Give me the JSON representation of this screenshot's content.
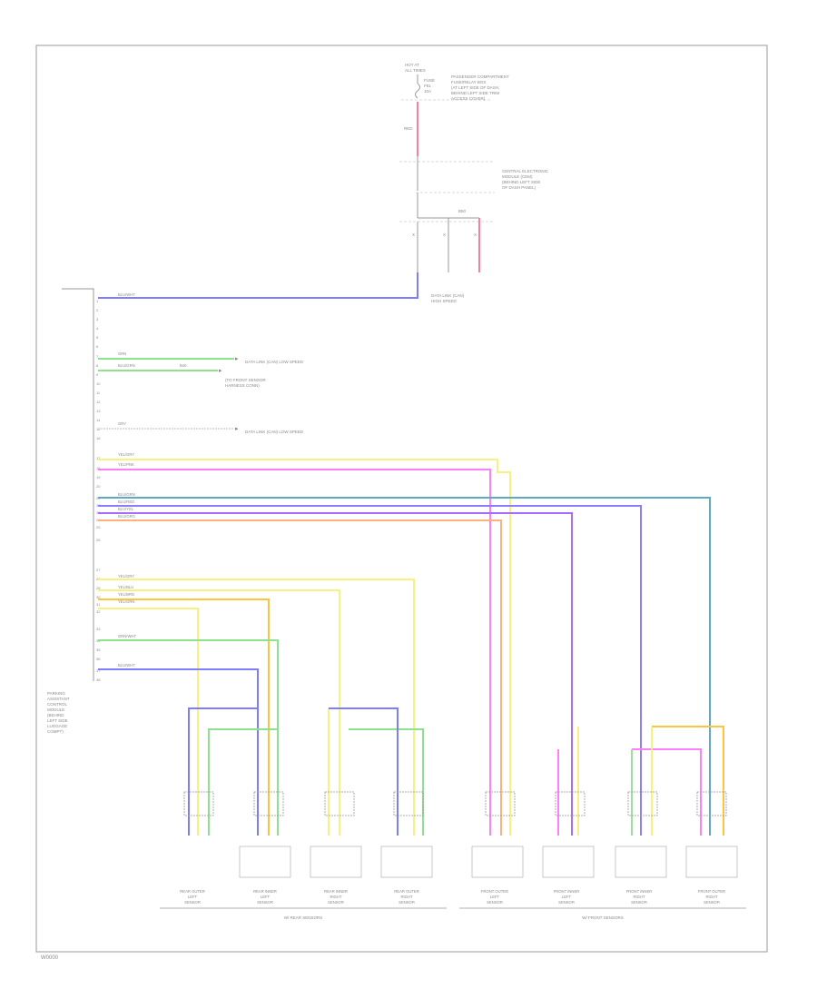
{
  "page": {
    "corner_id": "W0000"
  },
  "colors": {
    "blu_wht": "#7d7dff",
    "red_blk": "#ff7d9a",
    "grn": "#8ee28e",
    "blu_grn": "#5fa8c8",
    "blu_red": "#8a7dff",
    "blu_yel": "#a56bff",
    "blu_org": "#ffb07d",
    "yel_blk": "#f7f27d",
    "pink": "#ff7dff",
    "orange": "#ffc340",
    "green": "#9de09d",
    "gray": "#c0c0c0",
    "frame": "#aaaaaa"
  },
  "top": {
    "fuse_label": [
      "HOT AT",
      "ALL TIMES"
    ],
    "fuse_id": [
      "FUSE",
      "F81",
      "10A"
    ],
    "fuse_box": [
      "PASSENGER COMPARTMENT",
      "FUSE/RELAY BOX",
      "(AT LEFT SIDE OF DASH,",
      "BEHIND LEFT SIDE TRIM",
      "ACCESS COVER)"
    ],
    "wire_red": "RED",
    "cem_labels": [
      "CENTRAL ELECTRONIC",
      "MODULE (CEM)",
      "(BEHIND LEFT SIDE",
      "OF DASH PANEL)"
    ],
    "mid_connector": "B50",
    "fan_labels": [
      "DATA LINK (CAN)",
      "HIGH SPEED"
    ],
    "pin_x": "X"
  },
  "module": {
    "name": [
      "PARKING",
      "ASSISTANT",
      "CONTROL",
      "MODULE",
      "(BEHIND",
      "LEFT SIDE",
      "LUGGAGE",
      "COMPT)"
    ],
    "pins_top": [
      "1",
      "2",
      "3",
      "4",
      "5",
      "6",
      "7",
      "8",
      "9",
      "10",
      "11",
      "12",
      "13",
      "14",
      "15",
      "16"
    ],
    "pins_mid": [
      "17",
      "18",
      "19",
      "20",
      "21",
      "22",
      "23",
      "24",
      "25",
      "26"
    ],
    "pins_low": [
      "27",
      "28",
      "29",
      "30",
      "31",
      "32",
      "33",
      "34",
      "35",
      "36",
      "37",
      "38"
    ]
  },
  "wires": {
    "w1": "BLU/WHT",
    "w2": "GRN",
    "w3": "BLU/GRN",
    "w3_note": "B40",
    "w4": "GRY",
    "w5": "YEL/GRY",
    "w6": "YEL/PNK",
    "w7": "BLU/GRN",
    "w8": "BLU/RED",
    "w9": "BLU/YEL",
    "w10": "BLU/ORG",
    "w11": "YEL/GRY",
    "w12": "YEL/BLU",
    "w13": "YEL/BRN",
    "w14": "YEL/GRN",
    "w15": "GRN/WHT",
    "w16": "BLU/WHT"
  },
  "dest": {
    "d1": "DATA LINK (CAN) LOW SPEED",
    "d2": [
      "(TO FRONT SENSOR",
      "HARNESS CONN)"
    ],
    "d3": "DATA LINK (CAN) LOW SPEED"
  },
  "sensors": [
    {
      "label": [
        "REAR OUTER",
        "LEFT",
        "SENSOR"
      ]
    },
    {
      "label": [
        "REAR INNER",
        "LEFT",
        "SENSOR"
      ]
    },
    {
      "label": [
        "REAR INNER",
        "RIGHT",
        "SENSOR"
      ]
    },
    {
      "label": [
        "REAR OUTER",
        "RIGHT",
        "SENSOR"
      ]
    },
    {
      "label": [
        "FRONT OUTER",
        "LEFT",
        "SENSOR"
      ]
    },
    {
      "label": [
        "FRONT INNER",
        "LEFT",
        "SENSOR"
      ]
    },
    {
      "label": [
        "FRONT INNER",
        "RIGHT",
        "SENSOR"
      ]
    },
    {
      "label": [
        "FRONT OUTER",
        "RIGHT",
        "SENSOR"
      ]
    }
  ],
  "groups": {
    "rear": "W/ REAR SENSORS",
    "front": "W/ FRONT SENSORS"
  }
}
